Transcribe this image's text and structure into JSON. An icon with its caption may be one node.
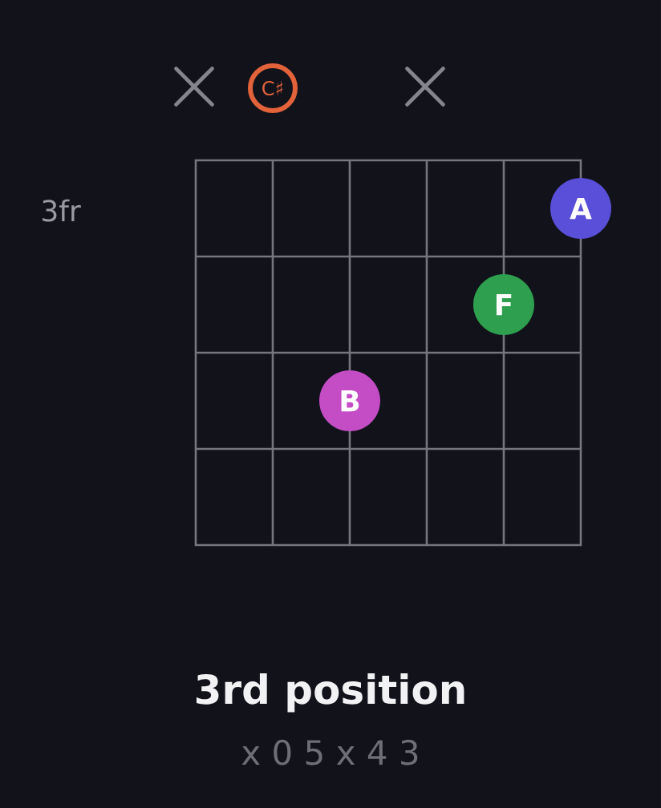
{
  "diagram": {
    "title": "3rd position",
    "nodes": [
      {
        "text": [],
        "shape": "cross"
      },
      {
        "text": [
          "C♯"
        ]
      },
      {
        "text": [],
        "shape": "cross"
      },
      {
        "text": [
          "A"
        ]
      },
      {
        "text": [
          "F"
        ]
      },
      {
        "text": [
          "B"
        ]
      }
    ],
    "labels": [
      "3fr",
      "x 0 5 x 4 3"
    ]
  }
}
